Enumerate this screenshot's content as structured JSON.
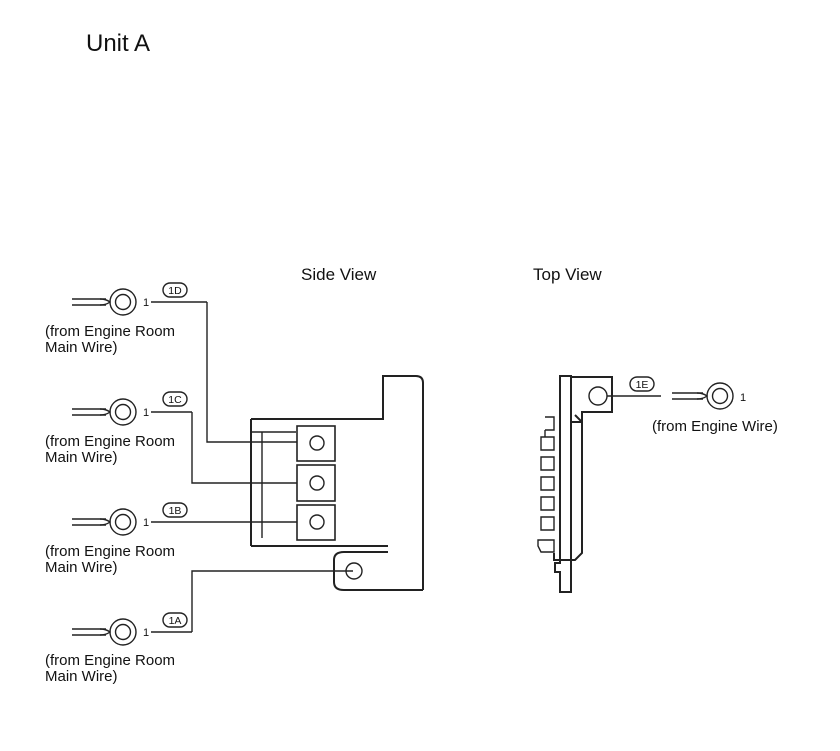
{
  "title": "Unit A",
  "views": {
    "side": "Side View",
    "top": "Top View"
  },
  "terminals": [
    {
      "id": "1D",
      "pin": "1",
      "source_line1": "(from Engine Room",
      "source_line2": "Main Wire)"
    },
    {
      "id": "1C",
      "pin": "1",
      "source_line1": "(from Engine Room",
      "source_line2": "Main Wire)"
    },
    {
      "id": "1B",
      "pin": "1",
      "source_line1": "(from Engine Room",
      "source_line2": "Main Wire)"
    },
    {
      "id": "1A",
      "pin": "1",
      "source_line1": "(from Engine Room",
      "source_line2": "Main Wire)"
    }
  ],
  "top_terminal": {
    "id": "1E",
    "pin": "1",
    "source": "(from Engine Wire)"
  }
}
